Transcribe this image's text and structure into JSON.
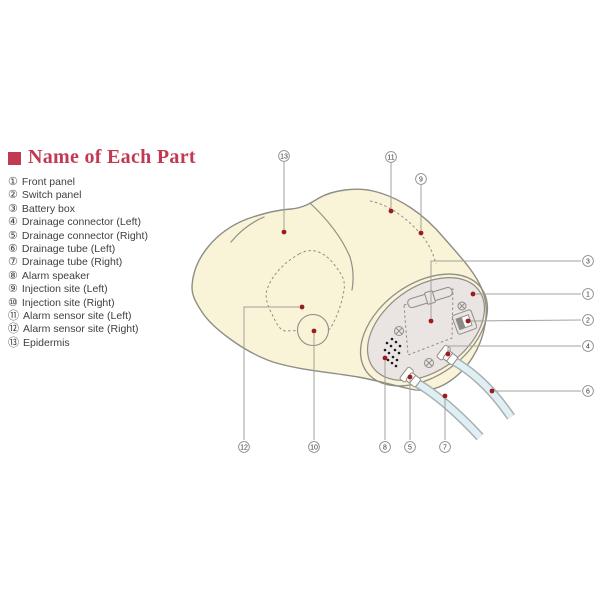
{
  "title": "Name of Each Part",
  "parts": [
    {
      "num": "①",
      "label": "Front panel"
    },
    {
      "num": "②",
      "label": "Switch panel"
    },
    {
      "num": "③",
      "label": "Battery box"
    },
    {
      "num": "④",
      "label": "Drainage connector (Left)"
    },
    {
      "num": "⑤",
      "label": "Drainage connector (Right)"
    },
    {
      "num": "⑥",
      "label": "Drainage tube (Left)"
    },
    {
      "num": "⑦",
      "label": "Drainage tube (Right)"
    },
    {
      "num": "⑧",
      "label": "Alarm speaker"
    },
    {
      "num": "⑨",
      "label": "Injection site (Left)"
    },
    {
      "num": "⑩",
      "label": "Injection site (Right)"
    },
    {
      "num": "⑪",
      "label": "Alarm sensor site (Left)"
    },
    {
      "num": "⑫",
      "label": "Alarm sensor site (Right)"
    },
    {
      "num": "⑬",
      "label": "Epidermis"
    }
  ],
  "diagram": {
    "callouts": {
      "c13": "13",
      "c11": "11",
      "c9": "9",
      "c3": "3",
      "c1": "1",
      "c2": "2",
      "c4": "4",
      "c6": "6",
      "c12": "12",
      "c10": "10",
      "c8": "8",
      "c5": "5",
      "c7": "7"
    }
  },
  "colors": {
    "title-red": "#c23a52",
    "dot-red": "#9a1c1c",
    "body-cream": "#f9f3d8",
    "panel-gray": "#eae4e3",
    "line-gray": "#8e8e86",
    "leader-gray": "#a2a29c",
    "tube-blue": "#e0eff3",
    "tube-edge": "#a8b1b1"
  }
}
